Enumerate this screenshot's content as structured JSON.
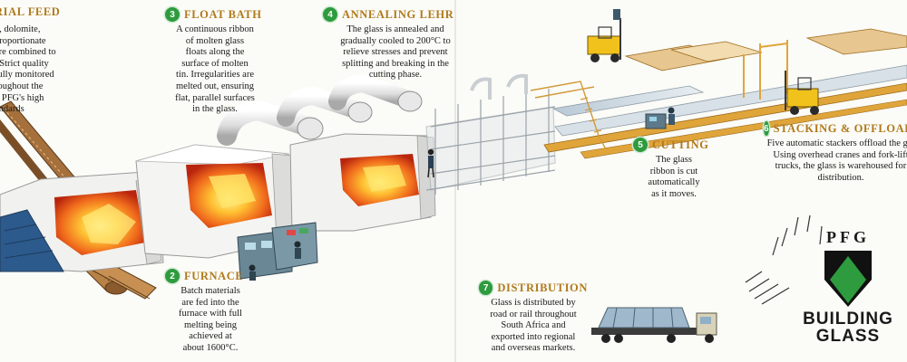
{
  "steps": {
    "raw": {
      "title": "RIAL FEED",
      "lines": [
        "h, dolomite,",
        "proportionate",
        "are combined to",
        ". Strict quality",
        "fully monitored",
        "roughout the",
        "n PFG's high",
        "andards"
      ]
    },
    "furnace": {
      "number": "2",
      "title": "FURNACE",
      "lines": [
        "Batch materials",
        "are fed into the",
        "furnace with full",
        "melting being",
        "achieved at",
        "about 1600°C."
      ]
    },
    "float": {
      "number": "3",
      "title": "FLOAT BATH",
      "lines": [
        "A continuous ribbon",
        "of molten glass",
        "floats along the",
        "surface of molten",
        "tin. Irregularities are",
        "melted out, ensuring",
        "flat, parallel surfaces",
        "in the glass."
      ]
    },
    "anneal": {
      "number": "4",
      "title": "ANNEALING LEHR",
      "lines": [
        "The glass is annealed and",
        "gradually cooled to 200°C to",
        "relieve stresses and prevent",
        "splitting and breaking in the",
        "cutting phase."
      ]
    },
    "cutting": {
      "number": "5",
      "title": "CUTTING",
      "lines": [
        "The glass",
        "ribbon is cut",
        "automatically",
        "as it moves."
      ]
    },
    "stacking": {
      "number": "6",
      "title": "STACKING & OFFLOADIN",
      "lines": [
        "Five automatic stackers offload the gla",
        "Using overhead cranes and fork-lift",
        "trucks, the glass is warehoused for",
        "distribution."
      ]
    },
    "distribution": {
      "number": "7",
      "title": "DISTRIBUTION",
      "lines": [
        "Glass is distributed by",
        "road or rail throughout",
        "South Africa and",
        "exported into regional",
        "and overseas markets."
      ]
    }
  },
  "logo": {
    "brand": "PFG",
    "line1": "BUILDING",
    "line2": "GLASS"
  },
  "colors": {
    "accent_green": "#2e9b3e",
    "title_gold": "#b07a1c",
    "flame": "#e8421a",
    "track_orange": "#e0a53a"
  }
}
